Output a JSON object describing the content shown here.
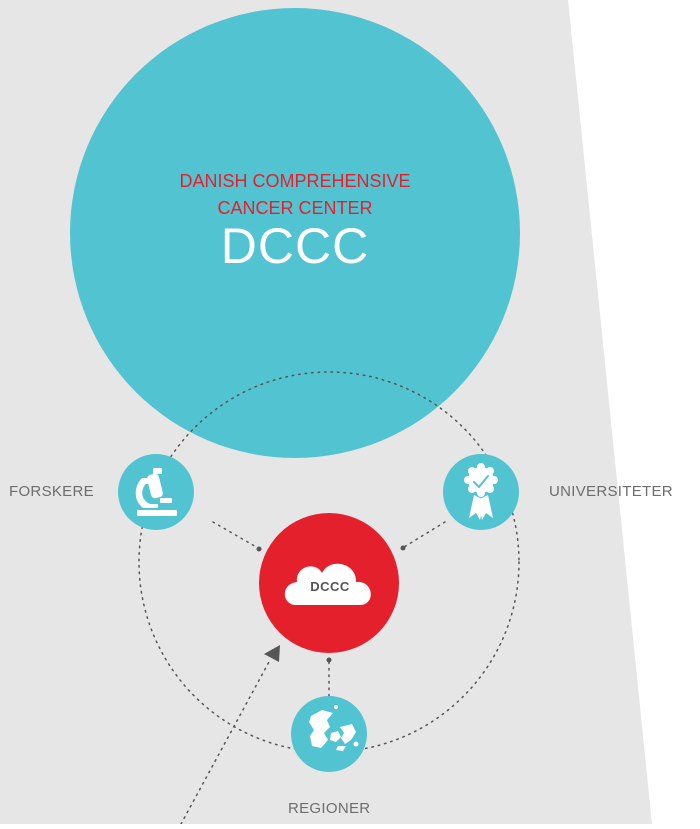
{
  "header": {
    "subtitle_line1": "DANISH COMPREHENSIVE",
    "subtitle_line2": "CANCER CENTER",
    "title": "DCCC"
  },
  "hub": {
    "label": "DCCC"
  },
  "nodes": [
    {
      "id": "forskere",
      "label": "FORSKERE",
      "icon": "microscope-icon"
    },
    {
      "id": "universiteter",
      "label": "UNIVERSITETER",
      "icon": "award-ribbon-icon"
    },
    {
      "id": "regioner",
      "label": "REGIONER",
      "icon": "denmark-map-icon"
    }
  ],
  "colors": {
    "panel": "#e6e6e6",
    "teal": "#52c3d1",
    "red": "#e5202d",
    "label_gray": "#6d6d6d",
    "connector": "#555555"
  }
}
